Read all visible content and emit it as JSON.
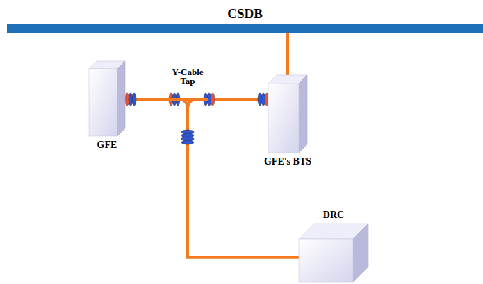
{
  "diagram": {
    "nodes": [
      {
        "text": [
          "CSDB"
        ]
      },
      {
        "text": [
          "GFE"
        ]
      },
      {
        "text": [
          "Y-Cable Tap"
        ]
      },
      {
        "text": [
          "GFE's BTS"
        ]
      },
      {
        "text": [
          "DRC"
        ]
      }
    ],
    "edges": [
      {
        "from": 0,
        "to": 3,
        "arrow": "none"
      },
      {
        "from": 1,
        "to": 2,
        "arrow": "none"
      },
      {
        "from": 2,
        "to": 3,
        "arrow": "none"
      },
      {
        "from": 2,
        "to": 4,
        "arrow": "none"
      }
    ]
  }
}
